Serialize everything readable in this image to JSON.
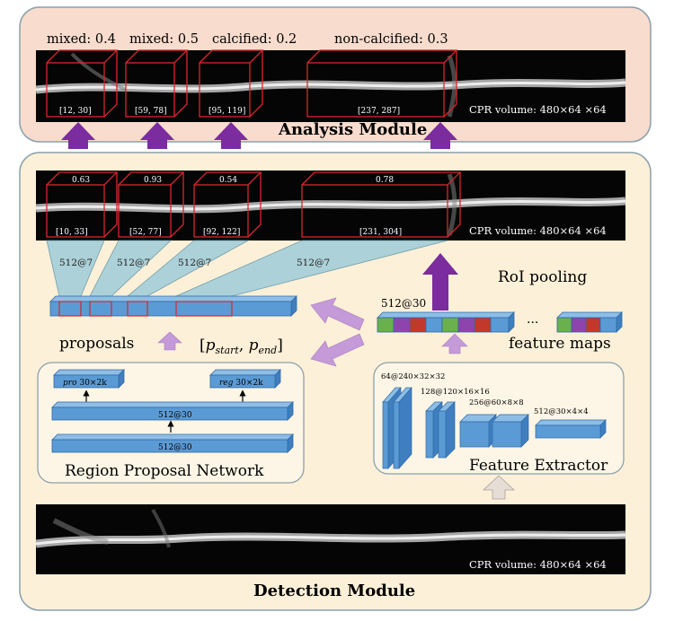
{
  "analysis_module": {
    "title": "Analysis Module",
    "labels": [
      "mixed: 0.4",
      "mixed: 0.5",
      "calcified: 0.2",
      "non-calcified: 0.3"
    ],
    "ranges": [
      "[12, 30]",
      "[59, 78]",
      "[95, 119]",
      "[237, 287]"
    ],
    "cpr_label": "CPR volume:  480×64 ×64"
  },
  "detection_module": {
    "title": "Detection Module",
    "scores": [
      "0.63",
      "0.93",
      "0.54",
      "0.78"
    ],
    "ranges": [
      "[10, 33]",
      "[52, 77]",
      "[92, 122]",
      "[231, 304]"
    ],
    "cpr_label_top": "CPR volume:  480×64 ×64",
    "cpr_label_bottom": "CPR volume:  480×64 ×64",
    "pooled_dims": [
      "512@7",
      "512@7",
      "512@7",
      "512@7"
    ],
    "roi_pooling": "RoI pooling",
    "feature_dim": "512@30",
    "ellipsis": "...",
    "feature_maps": "feature maps",
    "proposals": "proposals",
    "p_open": "[",
    "p_start": "p",
    "p_start_sub": "start",
    "p_sep": ", ",
    "p_end": "p",
    "p_end_sub": "end",
    "p_close": "]"
  },
  "rpn": {
    "title": "Region Proposal Network",
    "pro_italic": "pro",
    "pro_dims": "30×2k",
    "reg_italic": "reg",
    "reg_dims": "30×2k",
    "layer_mid": "512@30",
    "layer_bottom": "512@30"
  },
  "feature_extractor": {
    "title": "Feature Extractor",
    "dims": [
      "64@240×32×32",
      "128@120×16×16",
      "256@60×8×8",
      "512@30×4×4"
    ]
  },
  "colors": {
    "analysis_bg": "#f8dccd",
    "detection_bg": "#fdf0d8",
    "panel_border": "#8aa0ad",
    "box_red": "#d8262c",
    "blue": "#5b9bd5",
    "blue_dark": "#2f6aa6",
    "purple": "#7b2c9e",
    "lavender": "#c59ad8",
    "gray_arrow": "#d8cfc8",
    "teal_pool": "#a8d0d8",
    "cell_green": "#6ab04c",
    "cell_purple": "#8e44ad",
    "cell_red": "#c0392b"
  }
}
